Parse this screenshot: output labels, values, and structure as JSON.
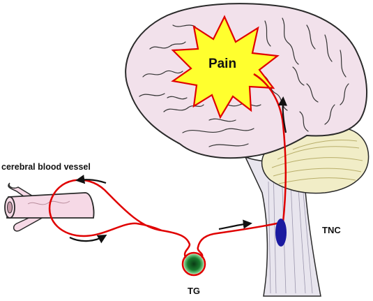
{
  "labels": {
    "pain": "Pain",
    "vessel": "cerebral blood vessel",
    "ganglion": "TG",
    "nucleus": "TNC"
  },
  "colors": {
    "brain_fill": "#f2e1eb",
    "brain_outline": "#2a2a2a",
    "cerebellum_fill": "#f1edc7",
    "brainstem_fill": "#e8e5ee",
    "pathway": "#e00000",
    "pain_burst": "#ffff2e",
    "ganglion": "#1a7a2e",
    "nucleus": "#1b1aa0",
    "vessel_fill": "#f6d9e6",
    "arrow": "#111111"
  },
  "icons": [
    "pain-burst-icon",
    "direction-arrow-icon"
  ]
}
